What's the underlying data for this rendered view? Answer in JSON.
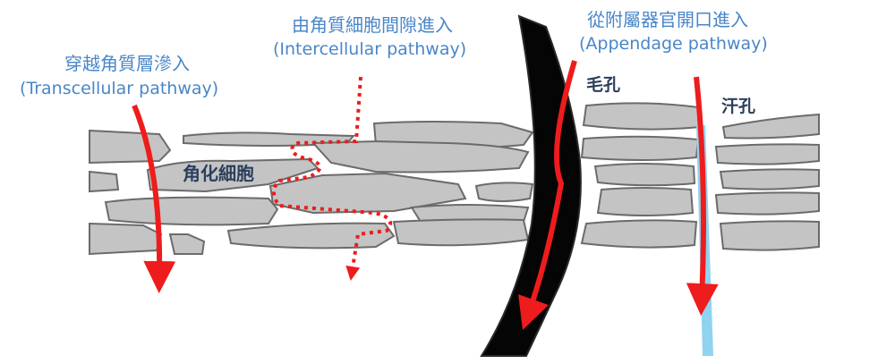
{
  "labels": {
    "transcellular_zh": "穿越角質層滲入",
    "transcellular_en": "(Transcellular pathway)",
    "intercellular_zh": "由角質細胞間隙進入",
    "intercellular_en": "(Intercellular pathway)",
    "appendage_zh": "從附屬器官開口進入",
    "appendage_en": "(Appendage pathway)",
    "keratinocyte": "角化細胞",
    "hair_follicle": "毛孔",
    "sweat_pore": "汗孔"
  },
  "colors": {
    "label_blue": "#4a86c8",
    "label_dark": "#2b3f5c",
    "cell_fill": "#c4c4c4",
    "cell_stroke": "#6b6b6b",
    "arrow_red": "#ee1c1c",
    "hair_black": "#050505",
    "sweat_duct_blue": "#8fd3f0"
  }
}
